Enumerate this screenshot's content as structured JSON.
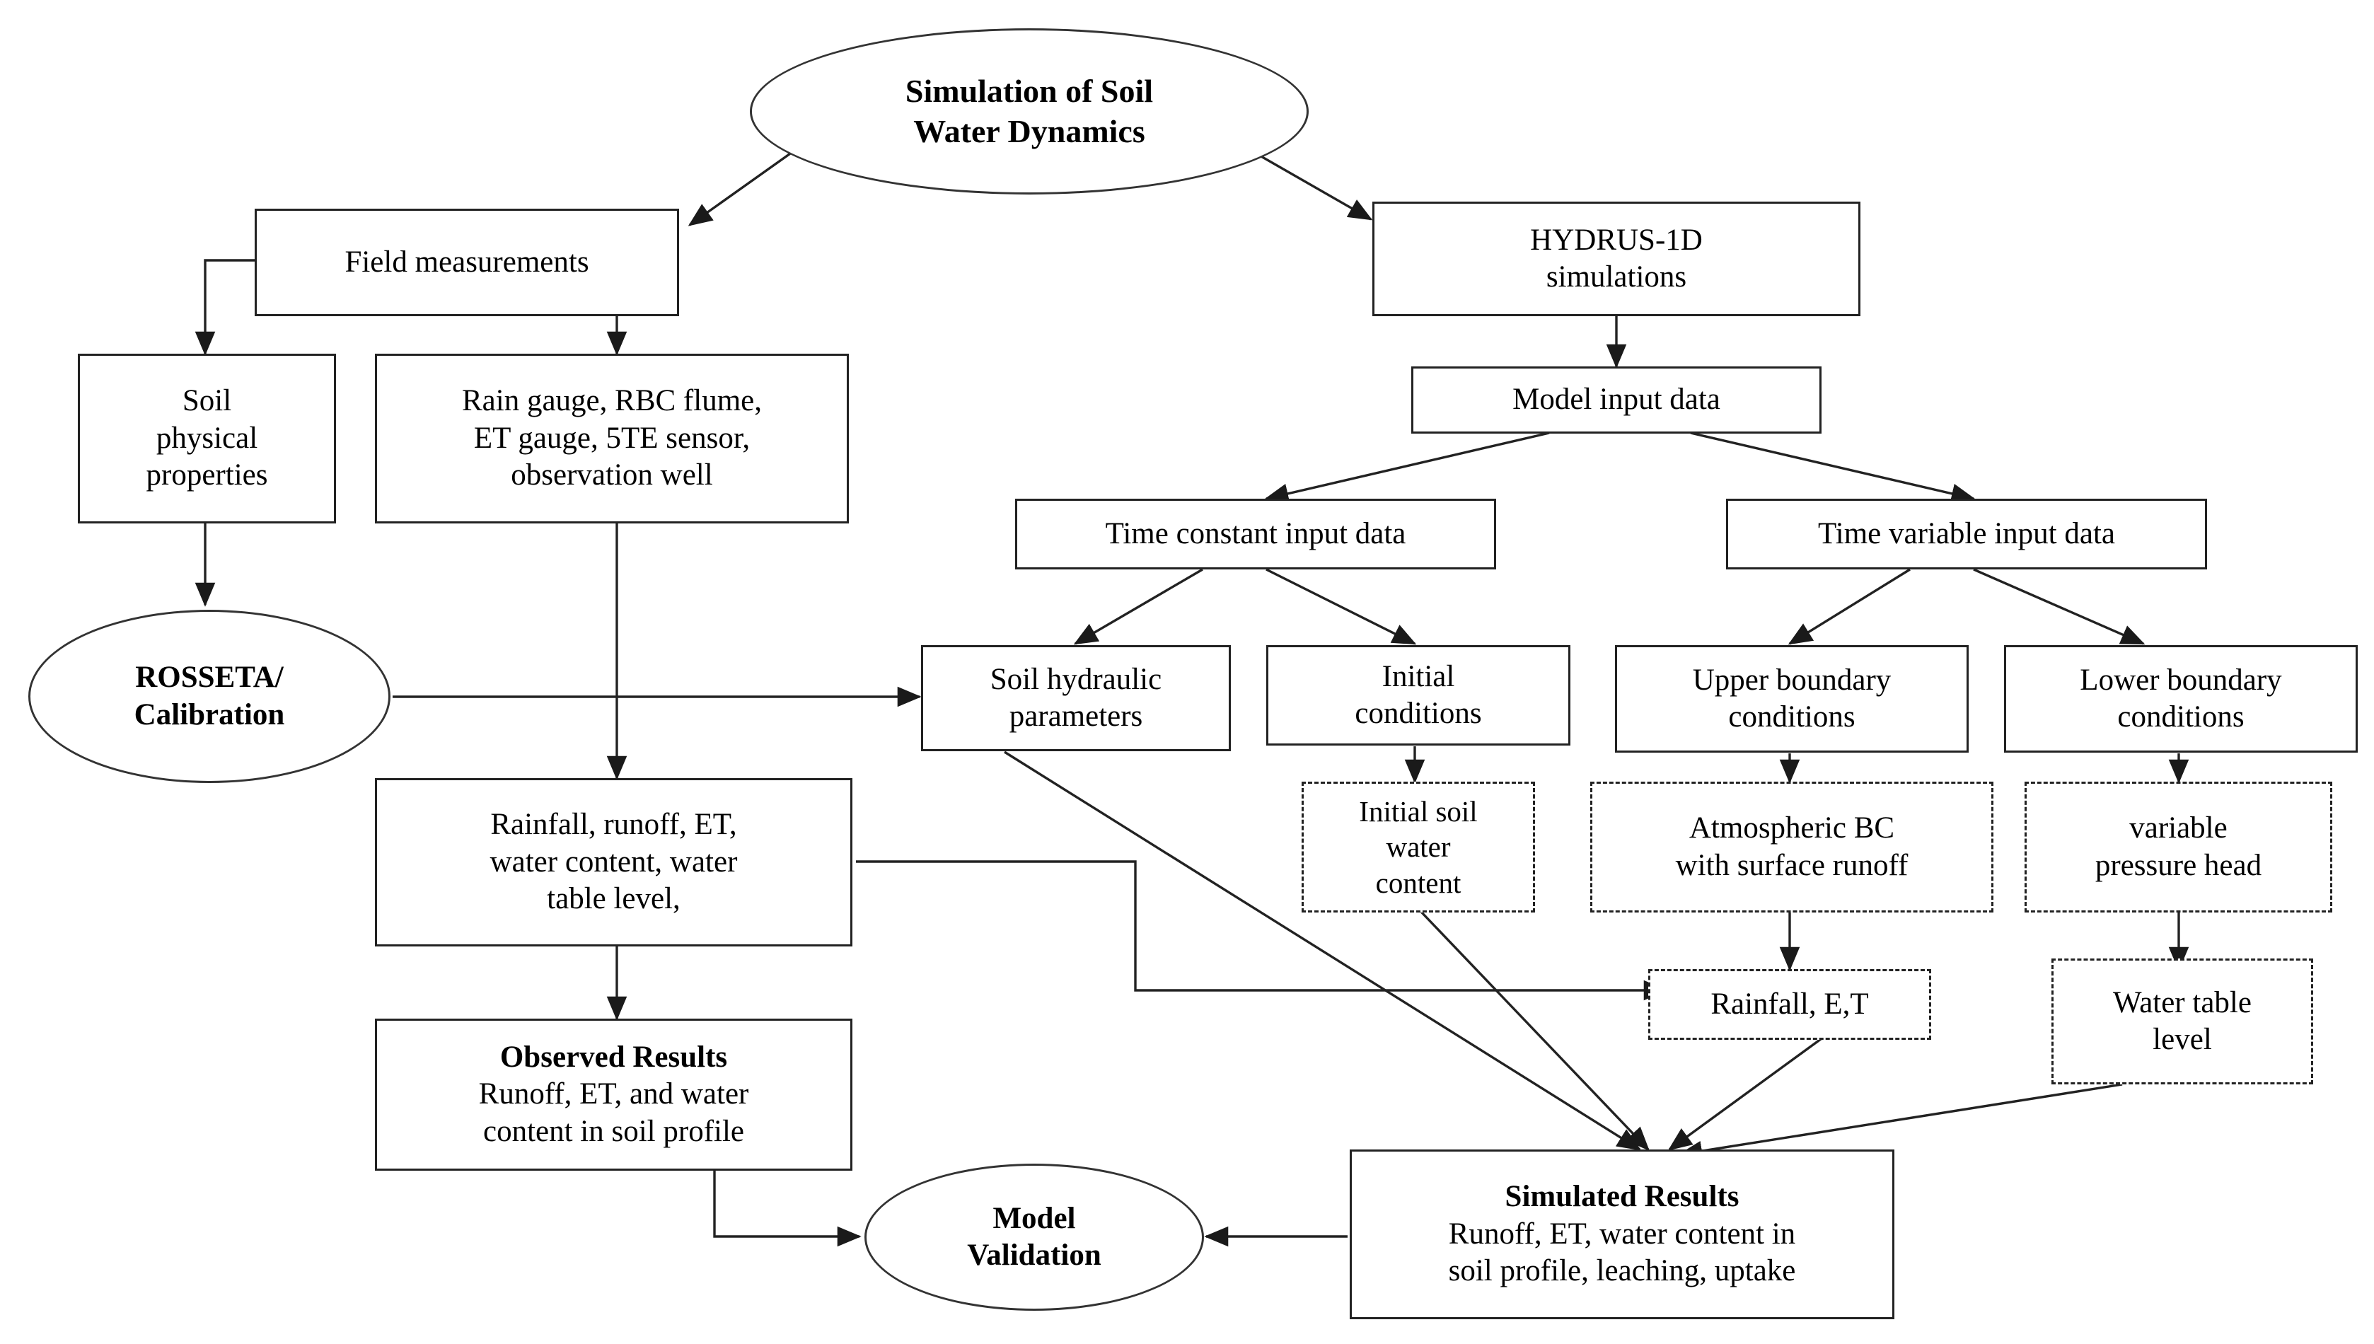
{
  "diagram": {
    "title": "Simulation of Soil Water Dynamics flowchart",
    "background_color": "#ffffff",
    "line_color": "#222222",
    "text_color": "#000000"
  },
  "nodes": {
    "root": {
      "shape": "ellipse",
      "bold": true,
      "lines": [
        "Simulation of Soil",
        "Water Dynamics"
      ]
    },
    "field_measurements": {
      "shape": "box",
      "lines": [
        "Field measurements"
      ]
    },
    "hydrus": {
      "shape": "box",
      "lines": [
        "HYDRUS-1D",
        "simulations"
      ]
    },
    "soil_physical": {
      "shape": "box",
      "lines": [
        "Soil",
        "physical",
        "properties"
      ]
    },
    "instruments": {
      "shape": "box",
      "lines": [
        "Rain gauge, RBC flume,",
        "ET gauge, 5TE sensor,",
        "observation well"
      ]
    },
    "model_input": {
      "shape": "box",
      "lines": [
        "Model input data"
      ]
    },
    "rosseta": {
      "shape": "ellipse",
      "bold": true,
      "lines": [
        "ROSSETA/",
        "Calibration"
      ]
    },
    "time_constant": {
      "shape": "box",
      "lines": [
        "Time constant input data"
      ]
    },
    "time_variable": {
      "shape": "box",
      "lines": [
        "Time variable input data"
      ]
    },
    "soil_hydraulic": {
      "shape": "box",
      "lines": [
        "Soil hydraulic",
        "parameters"
      ]
    },
    "initial_conditions": {
      "shape": "box",
      "lines": [
        "Initial",
        "conditions"
      ]
    },
    "upper_bc": {
      "shape": "box",
      "lines": [
        "Upper boundary",
        "conditions"
      ]
    },
    "lower_bc": {
      "shape": "box",
      "lines": [
        "Lower boundary",
        "conditions"
      ]
    },
    "initial_swc": {
      "shape": "box-dashed",
      "lines": [
        "Initial soil",
        "water",
        "content"
      ]
    },
    "atmospheric_bc": {
      "shape": "box-dashed",
      "lines": [
        "Atmospheric BC",
        "with surface runoff"
      ]
    },
    "variable_pressure": {
      "shape": "box-dashed",
      "lines": [
        "variable",
        "pressure head"
      ]
    },
    "rainfall_et": {
      "shape": "box-dashed",
      "lines": [
        "Rainfall, E,T"
      ]
    },
    "water_table_level": {
      "shape": "box-dashed",
      "lines": [
        "Water table",
        "level"
      ]
    },
    "measured_vars": {
      "shape": "box",
      "lines": [
        "Rainfall, runoff, ET,",
        "water content, water",
        "table level,"
      ]
    },
    "observed_results": {
      "shape": "box",
      "title_line": "Observed Results",
      "lines": [
        "Observed Results",
        "Runoff, ET, and water",
        "content in soil profile"
      ]
    },
    "model_validation": {
      "shape": "ellipse",
      "bold": true,
      "lines": [
        "Model",
        "Validation"
      ]
    },
    "simulated_results": {
      "shape": "box",
      "title_line": "Simulated Results",
      "lines": [
        "Simulated Results",
        "Runoff, ET, water content in",
        "soil profile, leaching, uptake"
      ]
    }
  },
  "edges": [
    {
      "from": "root",
      "to": "field_measurements",
      "style": "solid"
    },
    {
      "from": "root",
      "to": "hydrus",
      "style": "solid"
    },
    {
      "from": "field_measurements",
      "to": "soil_physical",
      "style": "solid"
    },
    {
      "from": "field_measurements",
      "to": "instruments",
      "style": "solid"
    },
    {
      "from": "hydrus",
      "to": "model_input",
      "style": "solid"
    },
    {
      "from": "soil_physical",
      "to": "rosseta",
      "style": "solid"
    },
    {
      "from": "rosseta",
      "to": "soil_hydraulic",
      "style": "solid"
    },
    {
      "from": "model_input",
      "to": "time_constant",
      "style": "solid"
    },
    {
      "from": "model_input",
      "to": "time_variable",
      "style": "solid"
    },
    {
      "from": "time_constant",
      "to": "soil_hydraulic",
      "style": "solid"
    },
    {
      "from": "time_constant",
      "to": "initial_conditions",
      "style": "solid"
    },
    {
      "from": "time_variable",
      "to": "upper_bc",
      "style": "solid"
    },
    {
      "from": "time_variable",
      "to": "lower_bc",
      "style": "solid"
    },
    {
      "from": "initial_conditions",
      "to": "initial_swc",
      "style": "solid"
    },
    {
      "from": "upper_bc",
      "to": "atmospheric_bc",
      "style": "solid"
    },
    {
      "from": "lower_bc",
      "to": "variable_pressure",
      "style": "solid"
    },
    {
      "from": "atmospheric_bc",
      "to": "rainfall_et",
      "style": "solid"
    },
    {
      "from": "variable_pressure",
      "to": "water_table_level",
      "style": "solid"
    },
    {
      "from": "instruments",
      "to": "measured_vars",
      "style": "solid"
    },
    {
      "from": "measured_vars",
      "to": "observed_results",
      "style": "solid"
    },
    {
      "from": "measured_vars",
      "to": "rainfall_et",
      "style": "solid"
    },
    {
      "from": "observed_results",
      "to": "model_validation",
      "style": "solid"
    },
    {
      "from": "simulated_results",
      "to": "model_validation",
      "style": "solid"
    },
    {
      "from": "soil_hydraulic",
      "to": "simulated_results",
      "style": "solid"
    },
    {
      "from": "initial_swc",
      "to": "simulated_results",
      "style": "solid"
    },
    {
      "from": "rainfall_et",
      "to": "simulated_results",
      "style": "solid"
    },
    {
      "from": "water_table_level",
      "to": "simulated_results",
      "style": "solid"
    }
  ]
}
